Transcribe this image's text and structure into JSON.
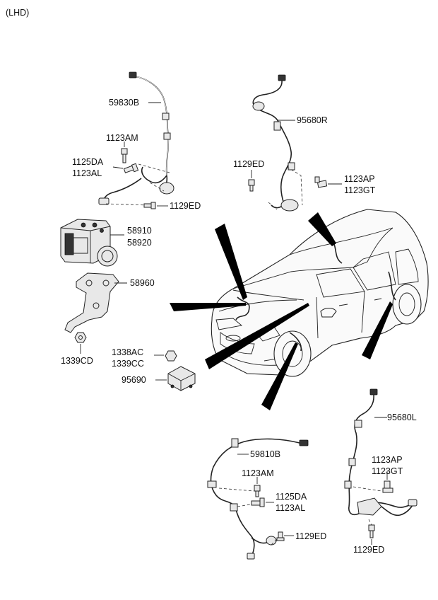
{
  "header": {
    "variant": "(LHD)"
  },
  "labels": {
    "l59830B": "59830B",
    "l1123AM_top": "1123AM",
    "l1125DA_top": "1125DA",
    "l1123AL_top": "1123AL",
    "l1129ED_topleft": "1129ED",
    "l95680R": "95680R",
    "l1129ED_topright": "1129ED",
    "l1123AP_top": "1123AP",
    "l1123GT_top": "1123GT",
    "l58910": "58910",
    "l58920": "58920",
    "l58960": "58960",
    "l1339CD": "1339CD",
    "l1338AC": "1338AC",
    "l1339CC": "1339CC",
    "l95690": "95690",
    "l95680L": "95680L",
    "l59810B": "59810B",
    "l1123AM_bot": "1123AM",
    "l1125DA_bot": "1125DA",
    "l1123AL_bot": "1123AL",
    "l1123AP_bot": "1123AP",
    "l1123GT_bot": "1123GT",
    "l1129ED_botmid": "1129ED",
    "l1129ED_botright": "1129ED"
  }
}
